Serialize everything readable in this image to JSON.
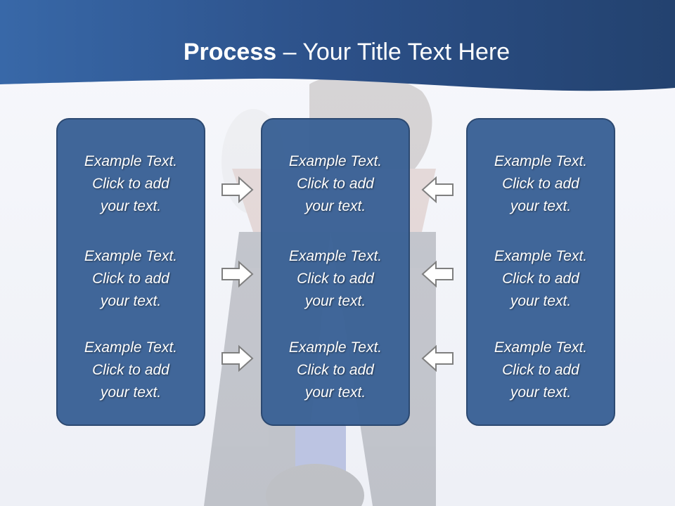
{
  "title": {
    "bold": "Process",
    "separator": " – ",
    "rest": "Your Title Text Here"
  },
  "columns": [
    {
      "blocks": [
        {
          "line1": "Example Text.",
          "line2": "Click  to add",
          "line3": "your text."
        },
        {
          "line1": "Example Text.",
          "line2": "Click  to add",
          "line3": "your text."
        },
        {
          "line1": "Example Text.",
          "line2": "Click  to add",
          "line3": "your text."
        }
      ]
    },
    {
      "blocks": [
        {
          "line1": "Example Text.",
          "line2": "Click  to add",
          "line3": "your text."
        },
        {
          "line1": "Example Text.",
          "line2": "Click  to add",
          "line3": "your text."
        },
        {
          "line1": "Example Text.",
          "line2": "Click  to add",
          "line3": "your text."
        }
      ]
    },
    {
      "blocks": [
        {
          "line1": "Example Text.",
          "line2": "Click  to add",
          "line3": "your text."
        },
        {
          "line1": "Example Text.",
          "line2": "Click  to add",
          "line3": "your text."
        },
        {
          "line1": "Example Text.",
          "line2": "Click  to add",
          "line3": "your text."
        }
      ]
    }
  ],
  "arrows": {
    "left_group": "arrow-right-icon",
    "right_group": "arrow-left-icon"
  },
  "colors": {
    "header": "#2d5086",
    "box_fill": "#3b6296",
    "box_border": "#27456e",
    "arrow_stroke": "#7f7f7f"
  }
}
